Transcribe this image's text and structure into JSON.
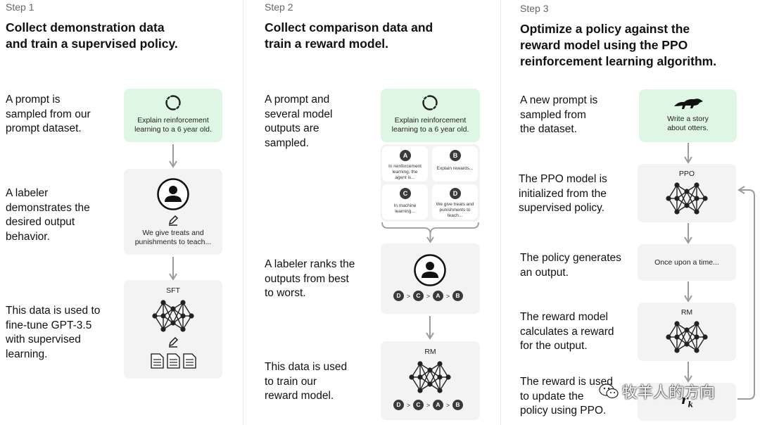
{
  "colors": {
    "green_box": "#dff6e4",
    "gray_box": "#f3f3f3",
    "arrow": "#9a9aa0",
    "node": "#222222"
  },
  "step1": {
    "label": "Step 1",
    "title_line1": "Collect demonstration data",
    "title_line2": "and train a supervised policy.",
    "desc1": [
      "A prompt is",
      "sampled from our",
      "prompt dataset."
    ],
    "prompt_line1": "Explain reinforcement",
    "prompt_line2": "learning to a 6 year old.",
    "desc2": [
      "A labeler",
      "demonstrates the",
      "desired output",
      "behavior."
    ],
    "demo_line1": "We give treats and",
    "demo_line2": "punishments to teach...",
    "desc3": [
      "This data is used to",
      "fine-tune GPT-3.5",
      "with supervised",
      "learning."
    ],
    "model_label": "SFT"
  },
  "step2": {
    "label": "Step 2",
    "title_line1": "Collect comparison data and",
    "title_line2": "train a reward model.",
    "desc1": [
      "A prompt and",
      "several model",
      "outputs are",
      "sampled."
    ],
    "prompt_line1": "Explain reinforcement",
    "prompt_line2": "learning to a 6 year old.",
    "outputs": [
      {
        "letter": "A",
        "lines": [
          "In reinforcement",
          "learning, the",
          "agent is..."
        ]
      },
      {
        "letter": "B",
        "lines": [
          "Explain rewards..."
        ]
      },
      {
        "letter": "C",
        "lines": [
          "In machine",
          "learning..."
        ]
      },
      {
        "letter": "D",
        "lines": [
          "We give treats and",
          "punishments to",
          "teach..."
        ]
      }
    ],
    "desc2": [
      "A labeler ranks the",
      "outputs from best",
      "to worst."
    ],
    "ranking": [
      "D",
      "C",
      "A",
      "B"
    ],
    "rank_separator": ">",
    "desc3": [
      "This data is used",
      "to train our",
      "reward model."
    ],
    "model_label": "RM"
  },
  "step3": {
    "label": "Step 3",
    "title_line1": "Optimize a policy against the",
    "title_line2": "reward model using the PPO",
    "title_line3": "reinforcement learning algorithm.",
    "desc1": [
      "A new prompt is",
      "sampled from",
      "the dataset."
    ],
    "prompt_line1": "Write a story",
    "prompt_line2": "about otters.",
    "desc2": [
      "The PPO model is",
      "initialized from the",
      "supervised policy."
    ],
    "ppo_label": "PPO",
    "desc3": [
      "The policy generates",
      "an output."
    ],
    "output_text": "Once upon a time...",
    "desc4": [
      "The reward model",
      "calculates a reward",
      "for the output."
    ],
    "rm_label": "RM",
    "desc5": [
      "The reward is used",
      "to update the",
      "policy using PPO."
    ],
    "reward_symbol": "r",
    "reward_subscript": "k"
  },
  "watermark": "牧羊人的方向"
}
